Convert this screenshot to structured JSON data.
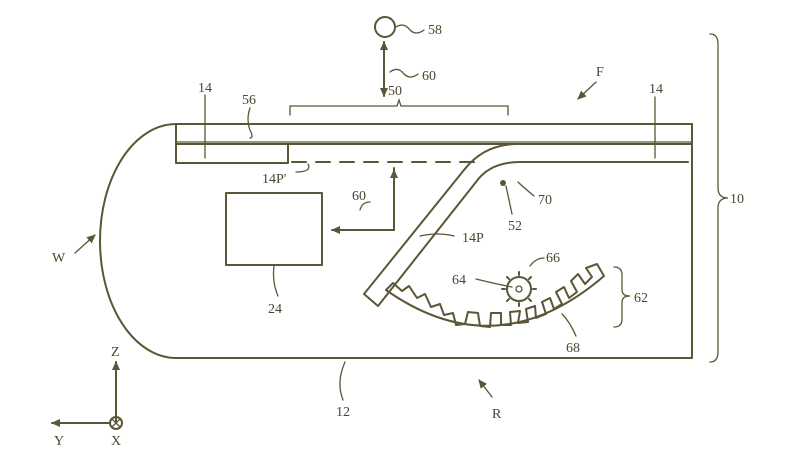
{
  "diagram": {
    "labels": {
      "l58": "58",
      "l60_top": "60",
      "l50": "50",
      "l14_left": "14",
      "l56": "56",
      "l14_right": "14",
      "lF": "F",
      "l10": "10",
      "l14P_prime": "14P'",
      "l70": "70",
      "l52": "52",
      "l60_mid": "60",
      "lW": "W",
      "l14P": "14P",
      "l66": "66",
      "l64": "64",
      "l62": "62",
      "l24": "24",
      "l68": "68",
      "lZ": "Z",
      "lY": "Y",
      "lX": "X",
      "l12": "12",
      "lR": "R"
    }
  }
}
